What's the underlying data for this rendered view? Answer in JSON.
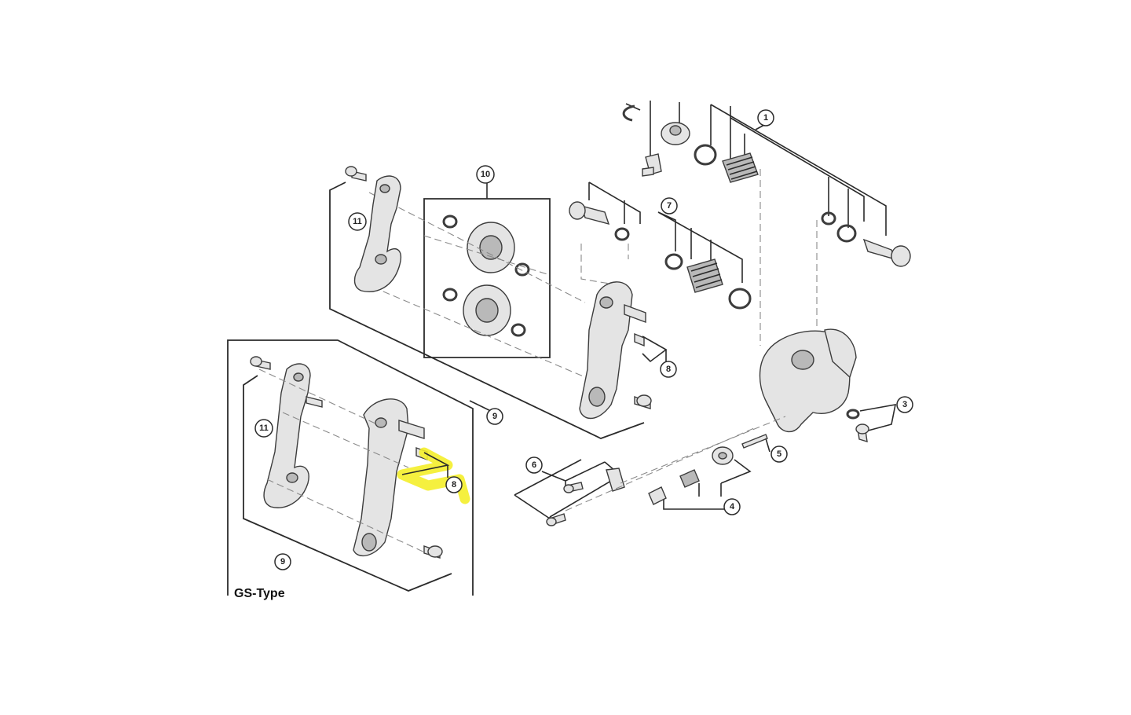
{
  "diagram": {
    "callouts": [
      {
        "id": "1",
        "label": "1"
      },
      {
        "id": "3",
        "label": "3"
      },
      {
        "id": "4",
        "label": "4"
      },
      {
        "id": "5",
        "label": "5"
      },
      {
        "id": "6",
        "label": "6"
      },
      {
        "id": "7",
        "label": "7"
      },
      {
        "id": "8a",
        "label": "8"
      },
      {
        "id": "8b",
        "label": "8"
      },
      {
        "id": "9a",
        "label": "9"
      },
      {
        "id": "9b",
        "label": "9"
      },
      {
        "id": "10",
        "label": "10"
      },
      {
        "id": "11a",
        "label": "11"
      },
      {
        "id": "11b",
        "label": "11"
      }
    ],
    "inset_label": "GS-Type",
    "highlight_color": "#f4ee2a"
  }
}
